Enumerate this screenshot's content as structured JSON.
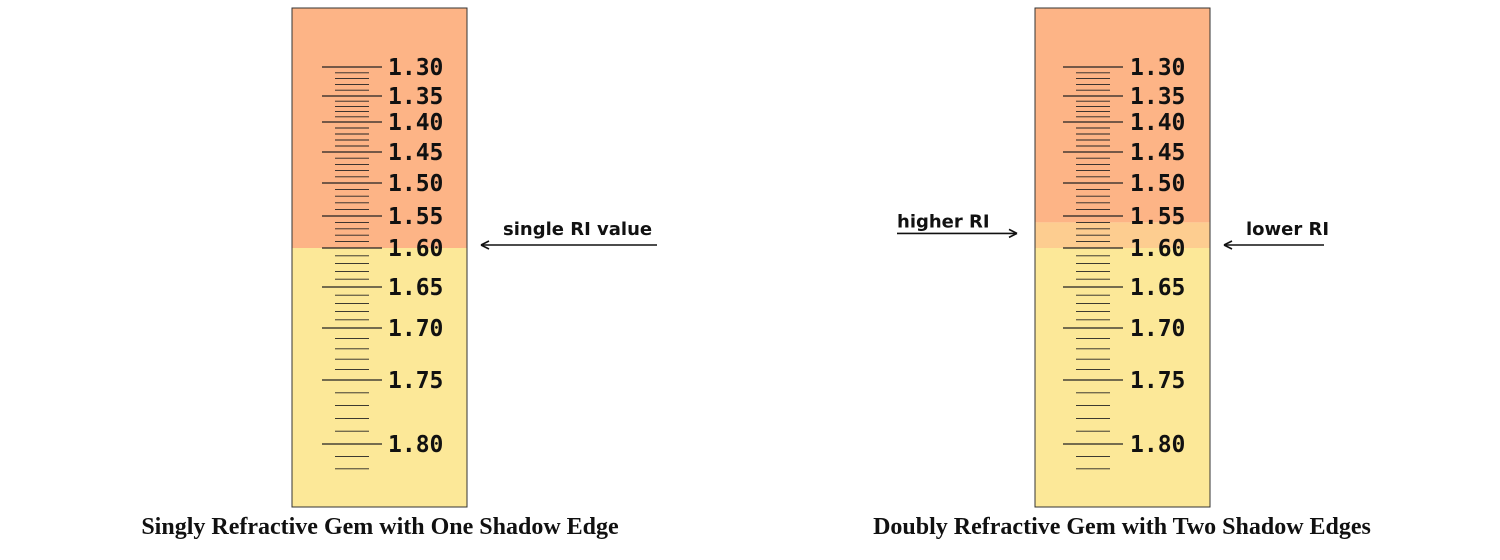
{
  "panels": {
    "single": {
      "caption": "Singly Refractive Gem with One Shadow Edge",
      "shadow_edges_ri": [
        1.6
      ],
      "callouts": [
        {
          "label": "single RI value",
          "points_to_ri": 1.6
        }
      ]
    },
    "double": {
      "caption": "Doubly Refractive Gem with Two Shadow Edges",
      "shadow_edges_ri": [
        1.56,
        1.6
      ],
      "callouts": [
        {
          "label": "higher RI",
          "points_to_ri": 1.56
        },
        {
          "label": "lower RI",
          "points_to_ri": 1.6
        }
      ]
    }
  },
  "scale": {
    "labels": [
      "1.30",
      "1.35",
      "1.40",
      "1.45",
      "1.50",
      "1.55",
      "1.60",
      "1.65",
      "1.70",
      "1.75",
      "1.80"
    ]
  },
  "colors": {
    "dark_zone": "#FDB486",
    "transition_band": "#FDCD90",
    "light_zone": "#FCE898",
    "frame": "#333333",
    "tick": "#222222"
  }
}
